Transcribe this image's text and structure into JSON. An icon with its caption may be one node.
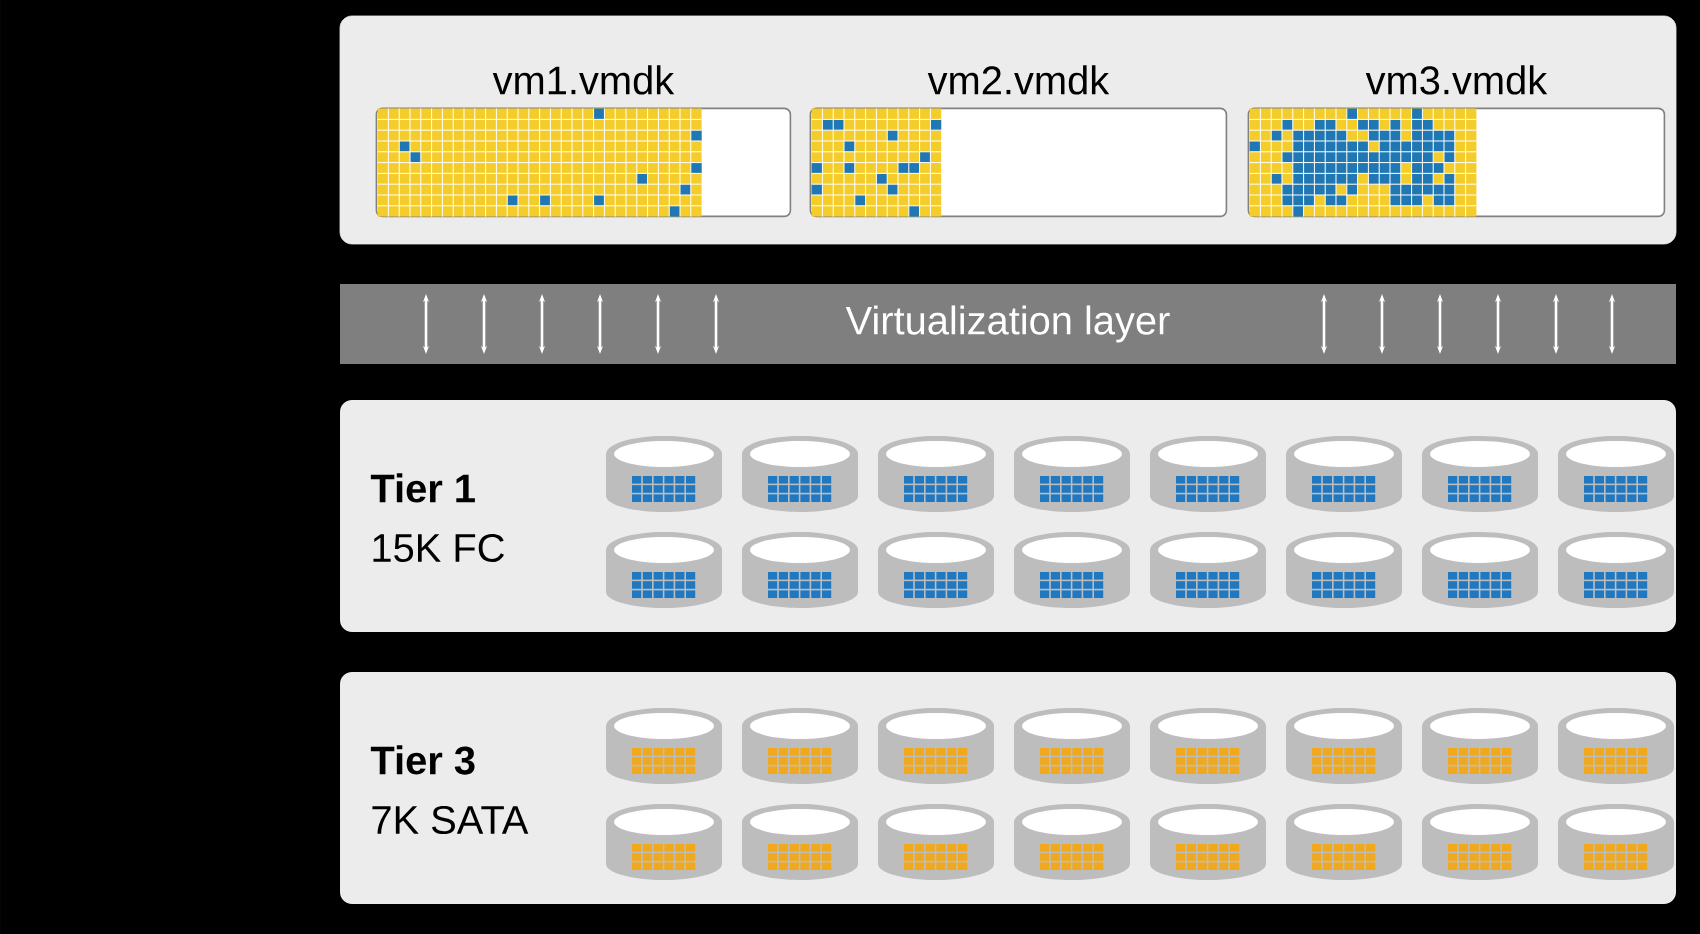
{
  "diagram": {
    "nodes": [
      {
        "text": [],
        "shape": "box"
      },
      {
        "text": [
          "vm1.vmdk"
        ],
        "in": 0
      },
      {
        "text": [
          "vm2.vmdk"
        ],
        "in": 0
      },
      {
        "text": [
          "vm3.vmdk"
        ],
        "in": 0
      },
      {
        "text": [
          "Virtualization layer"
        ]
      },
      {
        "text": [
          "Tier 1",
          "15K FC"
        ]
      },
      {
        "text": [
          "Tier 3",
          "7K SATA"
        ]
      }
    ]
  }
}
